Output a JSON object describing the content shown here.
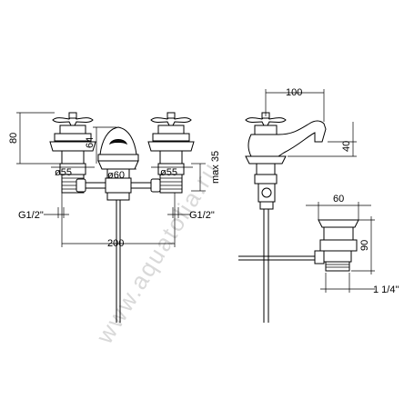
{
  "watermark": "www.aquatolia.ru",
  "dimensions": {
    "front_height": "80",
    "spout_height": "64",
    "left_handle_dia": "ø55",
    "spout_dia": "ø60",
    "right_handle_dia": "ø55",
    "max_deck": "max 35",
    "thread_left": "G1/2\"",
    "thread_right": "G1/2\"",
    "center_spacing": "200",
    "side_reach": "100",
    "side_outlet_height": "40",
    "waste_width": "60",
    "waste_height": "90",
    "waste_thread": "1 1/4\""
  }
}
